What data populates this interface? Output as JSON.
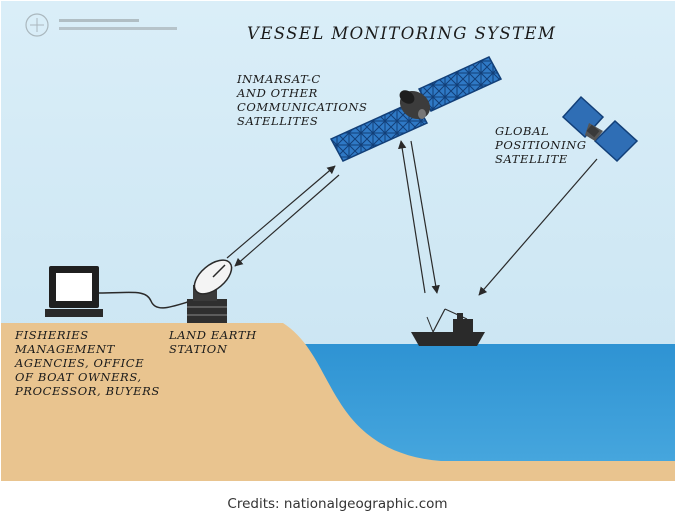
{
  "diagram": {
    "title": "VESSEL MONITORING SYSTEM",
    "labels": {
      "satellites": [
        "INMARSAT-C",
        "AND OTHER",
        "COMMUNICATIONS",
        "SATELLITES"
      ],
      "gps": [
        "GLOBAL",
        "POSITIONING",
        "SATELLITE"
      ],
      "land_earth_station": [
        "LAND EARTH",
        "STATION"
      ],
      "fisheries": [
        "FISHERIES",
        "MANAGEMENT",
        "AGENCIES, OFFICE",
        "OF BOAT OWNERS,",
        "PROCESSOR, BUYERS"
      ]
    },
    "colors": {
      "sky": "#d6ecf7",
      "sea": "#3aa0d8",
      "sand": "#e9c48f",
      "panel": "#2f79c5",
      "dark": "#2a2a2a"
    }
  },
  "caption": "Credits: nationalgeographic.com"
}
